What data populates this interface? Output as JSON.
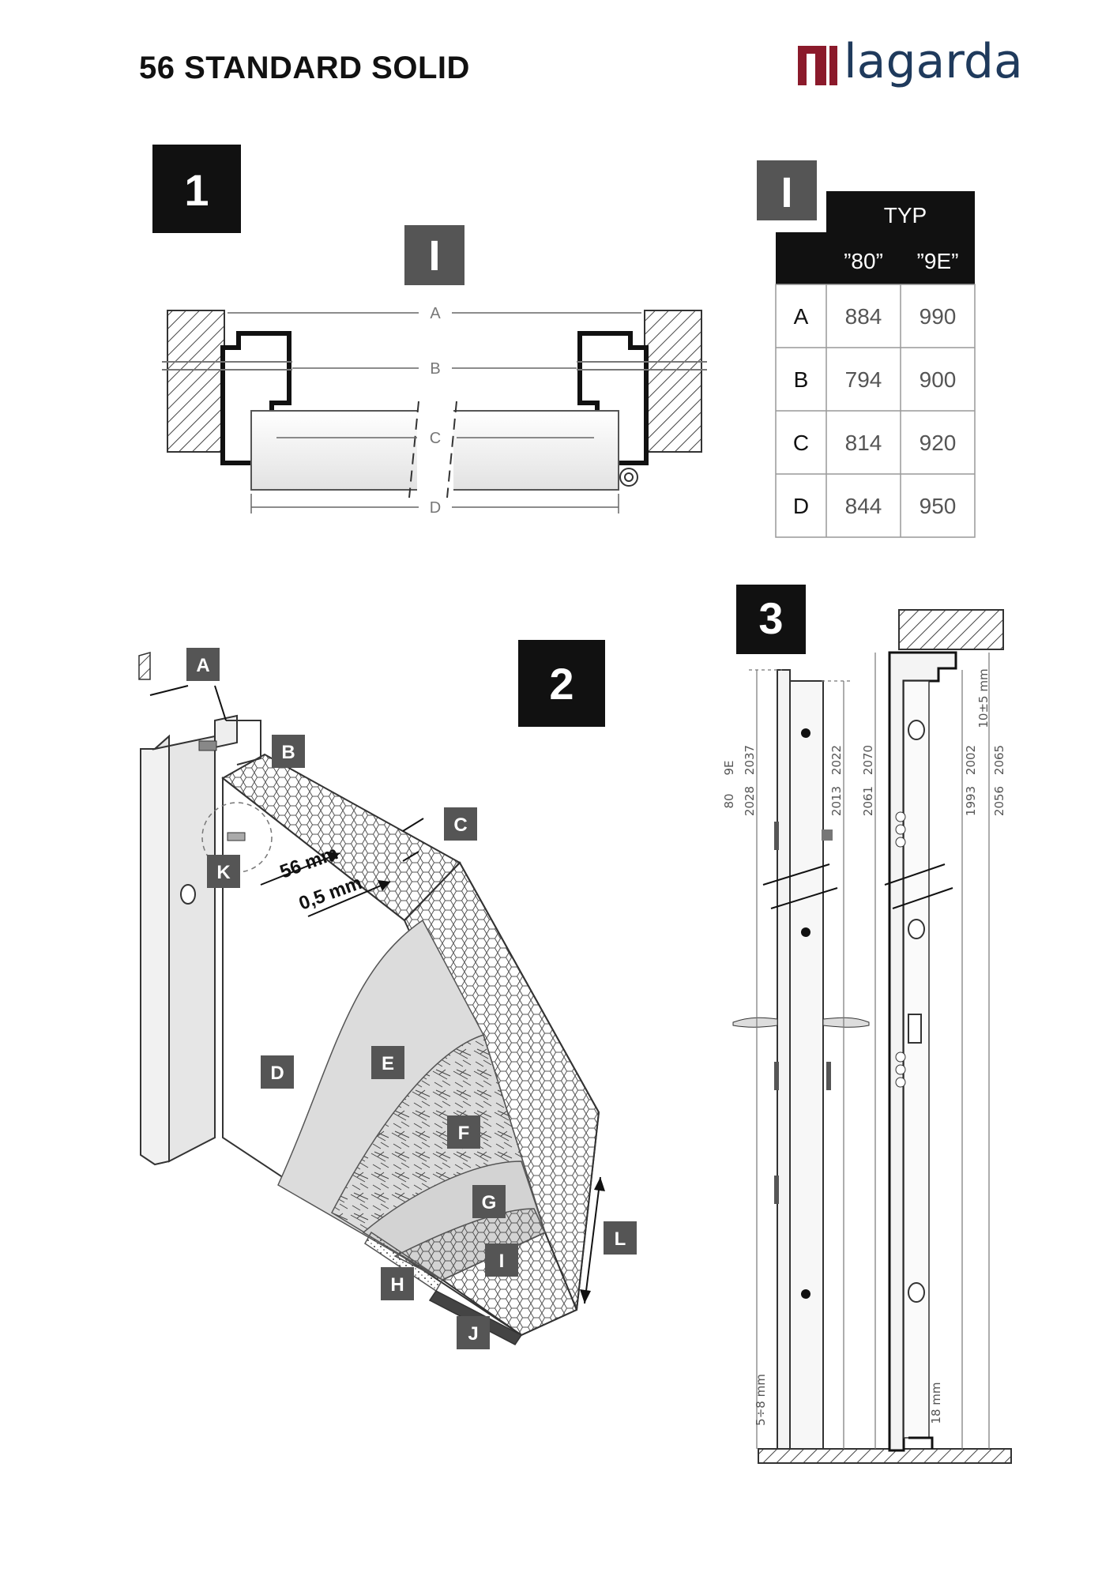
{
  "header": {
    "title": "56 STANDARD SOLID",
    "brand": "lagarda",
    "brand_color": "#8b1a2b",
    "brand_text_color": "#1f3a5c"
  },
  "panel1": {
    "number": "1",
    "section_mark": "I",
    "dims": {
      "a": "A",
      "b": "B",
      "c": "C",
      "d": "D"
    }
  },
  "table": {
    "section_mark": "I",
    "type_label": "TYP",
    "columns": [
      "”80”",
      "”9E”"
    ],
    "rows": [
      {
        "label": "A",
        "v80": "884",
        "v9e": "990"
      },
      {
        "label": "B",
        "v80": "794",
        "v9e": "900"
      },
      {
        "label": "C",
        "v80": "814",
        "v9e": "920"
      },
      {
        "label": "D",
        "v80": "844",
        "v9e": "950"
      }
    ]
  },
  "panel2": {
    "number": "2",
    "thickness_label": "56 mm",
    "skin_label": "0,5 mm",
    "tags": [
      "A",
      "B",
      "C",
      "D",
      "E",
      "F",
      "G",
      "H",
      "I",
      "J",
      "K",
      "L"
    ]
  },
  "panel3": {
    "number": "3",
    "dims_left": {
      "type80": "80",
      "type9e": "9E",
      "d2028": "2028",
      "d2037": "2037",
      "d2013": "2013",
      "d2022": "2022",
      "d2061": "2061",
      "d2070": "2070",
      "gap_bottom": "5÷8 mm"
    },
    "dims_right": {
      "d1993": "1993",
      "d2002": "2002",
      "d2056": "2056",
      "d2065": "2065",
      "gap_top": "10±5 mm",
      "gap_bottom": "18 mm"
    }
  }
}
